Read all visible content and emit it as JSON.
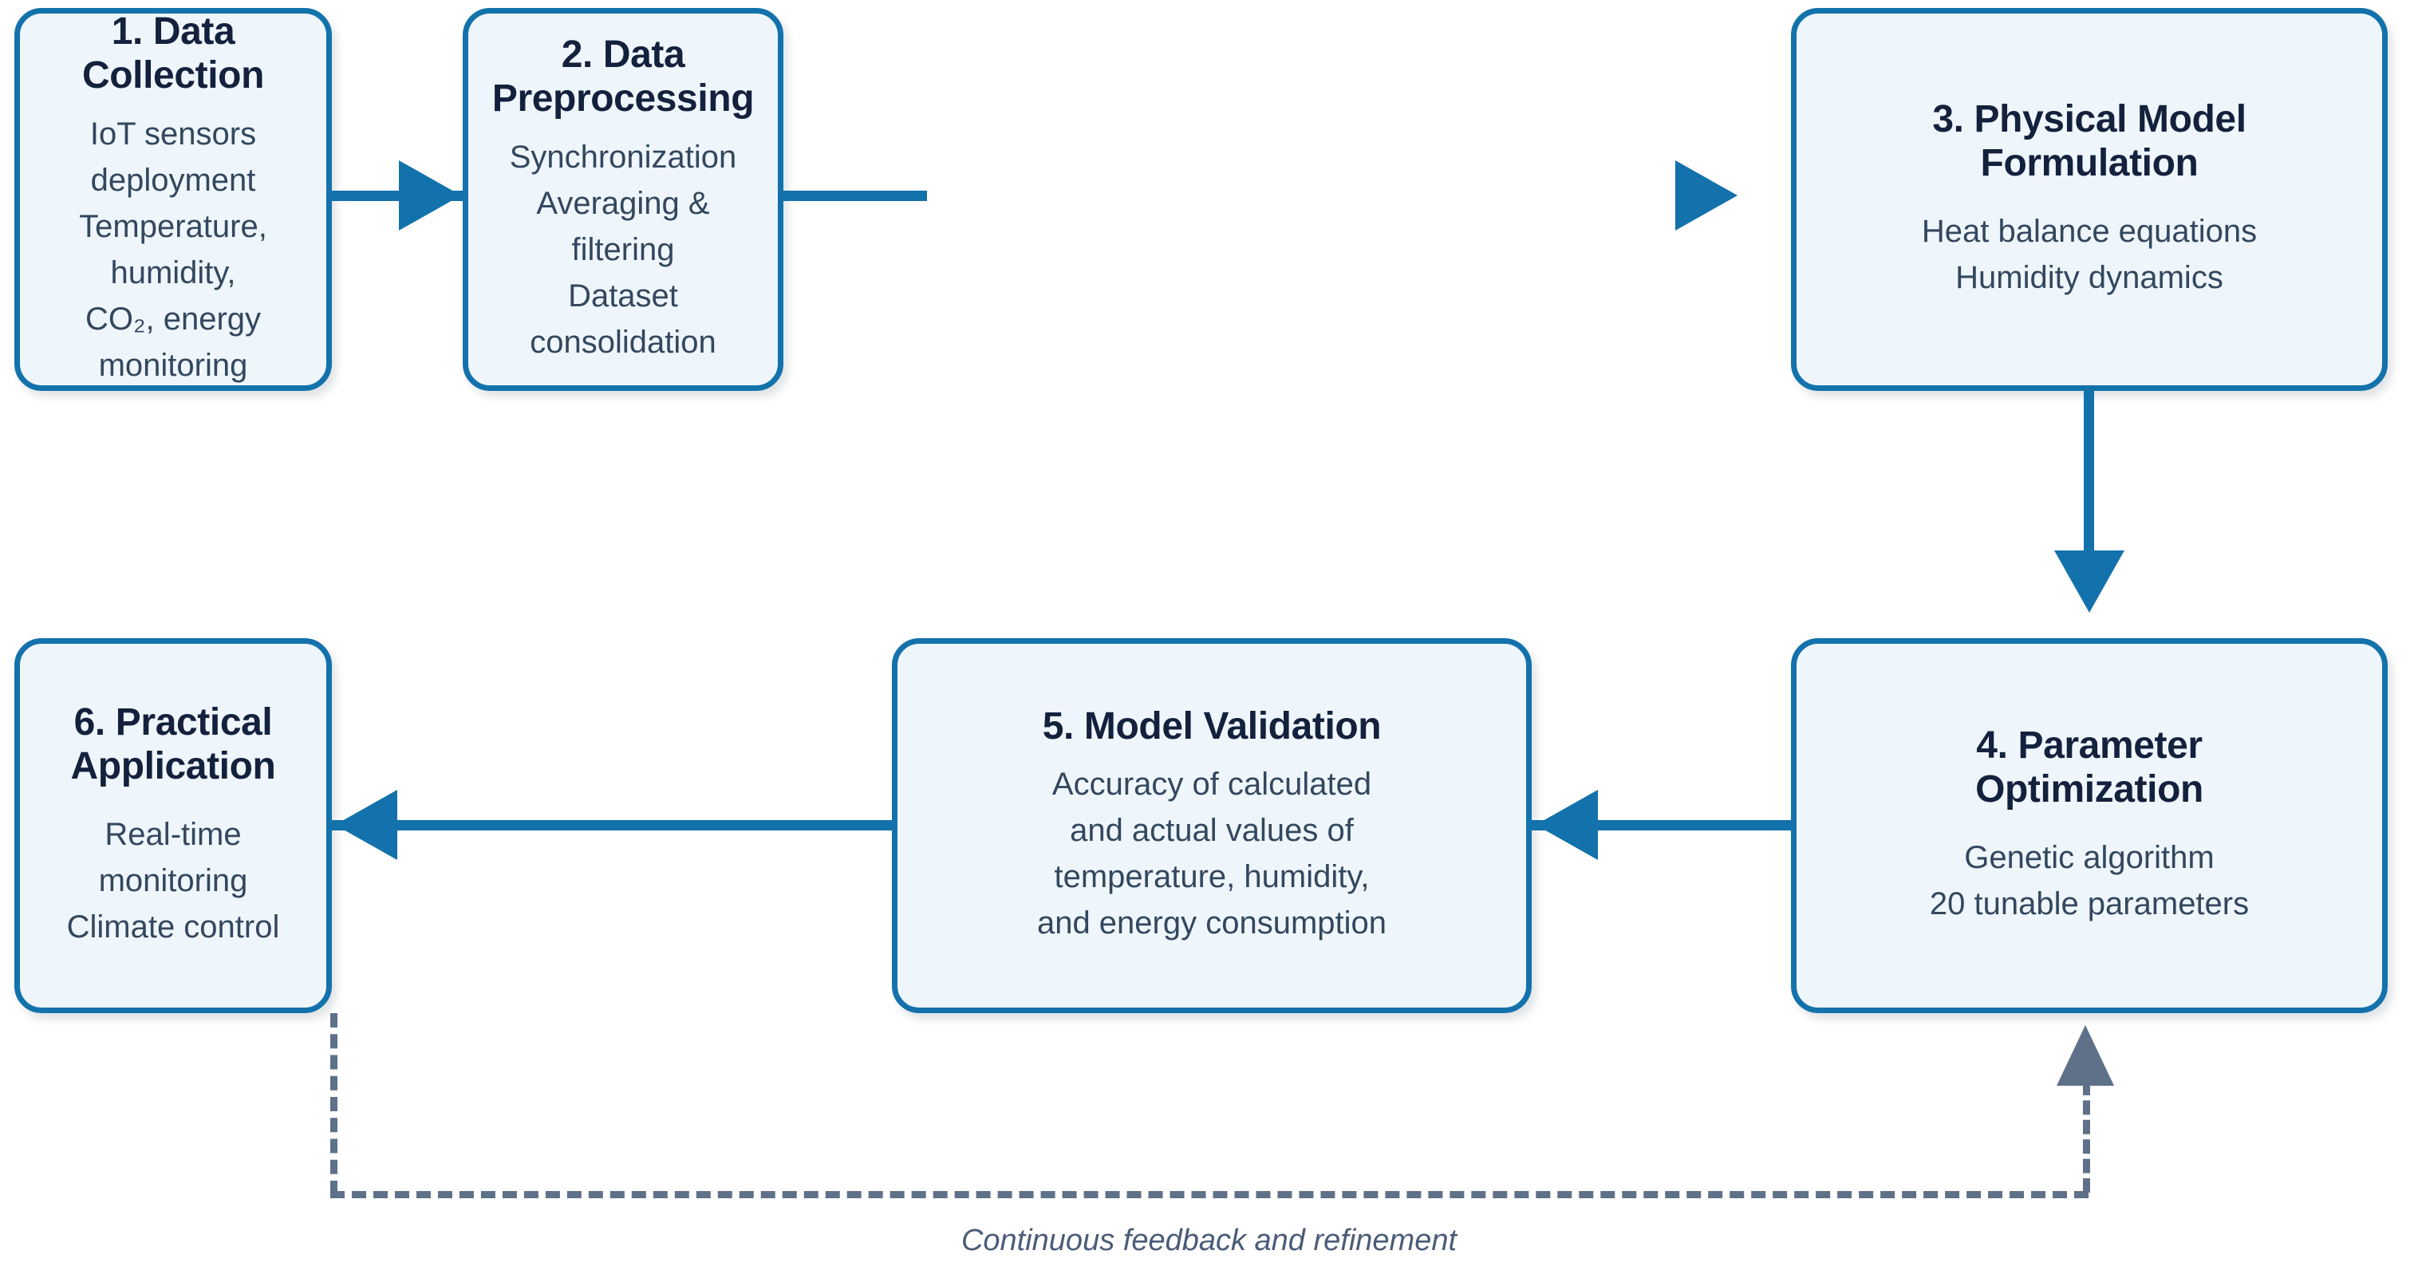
{
  "diagram": {
    "title": "Research workflow flowchart",
    "colors": {
      "node_border": "#1372ab",
      "node_fill": "#eef6fc",
      "arrow": "#1372ab",
      "feedback": "#5f7189",
      "title_text": "#14213d",
      "body_text": "#33475e"
    },
    "nodes": [
      {
        "id": 1,
        "title": "1. Data Collection",
        "body": "IoT sensors deployment\nTemperature, humidity,\nCO₂, energy monitoring"
      },
      {
        "id": 2,
        "title": "2. Data Preprocessing",
        "body": "Synchronization\nAveraging & filtering\nDataset consolidation"
      },
      {
        "id": 3,
        "title": "3. Physical Model\nFormulation",
        "body": "Heat balance equations\nHumidity dynamics"
      },
      {
        "id": 4,
        "title": "4. Parameter\nOptimization",
        "body": "Genetic algorithm\n20 tunable parameters"
      },
      {
        "id": 5,
        "title": "5. Model Validation",
        "body": "Accuracy of calculated\nand actual values of\ntemperature, humidity,\nand energy consumption"
      },
      {
        "id": 6,
        "title": "6. Practical\nApplication",
        "body": "Real-time monitoring\nClimate control"
      }
    ],
    "connectors": [
      {
        "from": 1,
        "to": 2,
        "style": "solid",
        "direction": "right"
      },
      {
        "from": 2,
        "to": 3,
        "style": "solid",
        "direction": "right"
      },
      {
        "from": 3,
        "to": 4,
        "style": "solid",
        "direction": "down"
      },
      {
        "from": 4,
        "to": 5,
        "style": "solid",
        "direction": "left"
      },
      {
        "from": 5,
        "to": 6,
        "style": "solid",
        "direction": "left"
      },
      {
        "from": 6,
        "to": 4,
        "style": "dashed",
        "direction": "up",
        "label": "Continuous feedback and refinement"
      }
    ],
    "feedback_caption": "Continuous feedback and refinement"
  }
}
